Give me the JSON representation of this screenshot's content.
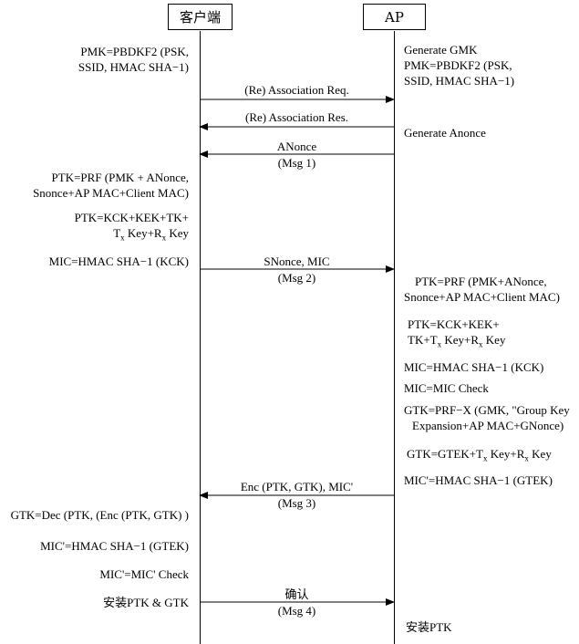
{
  "actors": {
    "client": "客户端",
    "ap": "AP"
  },
  "client_notes": {
    "pmk": [
      "PMK=PBDKF2 (PSK,",
      "SSID, HMAC SHA−1)"
    ],
    "ptk_prf": [
      "PTK=PRF (PMK + ANonce,",
      "Snonce+AP MAC+Client MAC)"
    ],
    "ptk_split_1": "PTK=KCK+KEK+TK+",
    "ptk_split_2_pre": "T",
    "ptk_split_2_sub1": "x",
    "ptk_split_2_mid": " Key+R",
    "ptk_split_2_sub2": "x",
    "ptk_split_2_post": " Key",
    "mic": "MIC=HMAC SHA−1 (KCK)",
    "gtk_dec": "GTK=Dec (PTK, (Enc (PTK, GTK) )",
    "mic_gtek": "MIC'=HMAC SHA−1 (GTEK)",
    "mic_check": "MIC'=MIC' Check",
    "install": "安装PTK & GTK"
  },
  "ap_notes": {
    "gen_gmk": "Generate GMK",
    "pmk": [
      "PMK=PBDKF2 (PSK,",
      "SSID, HMAC SHA−1)"
    ],
    "gen_anonce": "Generate Anonce",
    "ptk_prf": [
      "PTK=PRF (PMK+ANonce,",
      "Snonce+AP MAC+Client MAC)"
    ],
    "ptk_split_1": "PTK=KCK+KEK+",
    "ptk_split_2_pre": "TK+T",
    "ptk_split_2_sub1": "x",
    "ptk_split_2_mid": " Key+R",
    "ptk_split_2_sub2": "x",
    "ptk_split_2_post": " Key",
    "mic": "MIC=HMAC SHA−1 (KCK)",
    "mic_check": "MIC=MIC Check",
    "gtk_prf": [
      "GTK=PRF−X (GMK, \"Group Key",
      "Expansion+AP MAC+GNonce)"
    ],
    "gtk_split_pre": "GTK=GTEK+T",
    "gtk_split_sub1": "x",
    "gtk_split_mid": " Key+R",
    "gtk_split_sub2": "x",
    "gtk_split_post": " Key",
    "mic_gtek": "MIC'=HMAC SHA−1 (GTEK)",
    "install": "安装PTK"
  },
  "messages": [
    {
      "id": "assoc_req",
      "direction": "to-ap",
      "lines": [
        "(Re) Association Req."
      ]
    },
    {
      "id": "assoc_res",
      "direction": "to-client",
      "lines": [
        "(Re) Association Res."
      ]
    },
    {
      "id": "msg1",
      "direction": "to-client",
      "lines": [
        "ANonce",
        "(Msg 1)"
      ]
    },
    {
      "id": "msg2",
      "direction": "to-ap",
      "lines": [
        "SNonce, MIC",
        "(Msg 2)"
      ]
    },
    {
      "id": "msg3",
      "direction": "to-client",
      "lines": [
        "Enc (PTK, GTK), MIC'",
        "(Msg 3)"
      ]
    },
    {
      "id": "msg4",
      "direction": "to-ap",
      "lines": [
        "确认",
        "(Msg 4)"
      ]
    }
  ]
}
